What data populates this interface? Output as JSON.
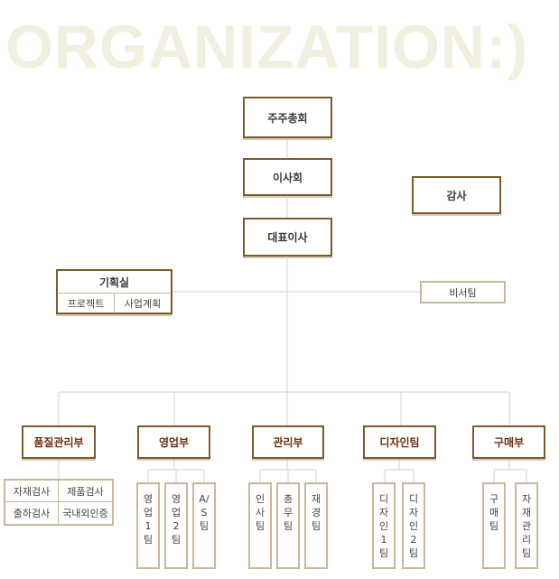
{
  "header": {
    "title": "ORGANIZATION:)",
    "title_color": "#f1efe0"
  },
  "colors": {
    "line": "#d2d2d2",
    "box_border": "#7a5a2e",
    "sub_border": "#c8b79a",
    "dept_text": "#6e2f10"
  },
  "top": {
    "shareholders": "주주총회",
    "board": "이사회",
    "ceo": "대표이사",
    "audit": "감사",
    "secretary": "비서팀"
  },
  "planning": {
    "title": "기획실",
    "items": [
      "프로젝트",
      "사업계획"
    ]
  },
  "departments": [
    {
      "name": "품질관리부",
      "items": [
        "자재검사",
        "제품검사",
        "출하검사",
        "국내외인증"
      ]
    },
    {
      "name": "영업부",
      "teams": [
        "영업1팀",
        "영업2팀",
        "A/S팀"
      ]
    },
    {
      "name": "관리부",
      "teams": [
        "인사팀",
        "총무팀",
        "재경팀"
      ]
    },
    {
      "name": "디자인팀",
      "teams": [
        "디자인1팀",
        "디자인2팀"
      ]
    },
    {
      "name": "구매부",
      "teams": [
        "구매팀",
        "자재관리팀"
      ]
    }
  ]
}
